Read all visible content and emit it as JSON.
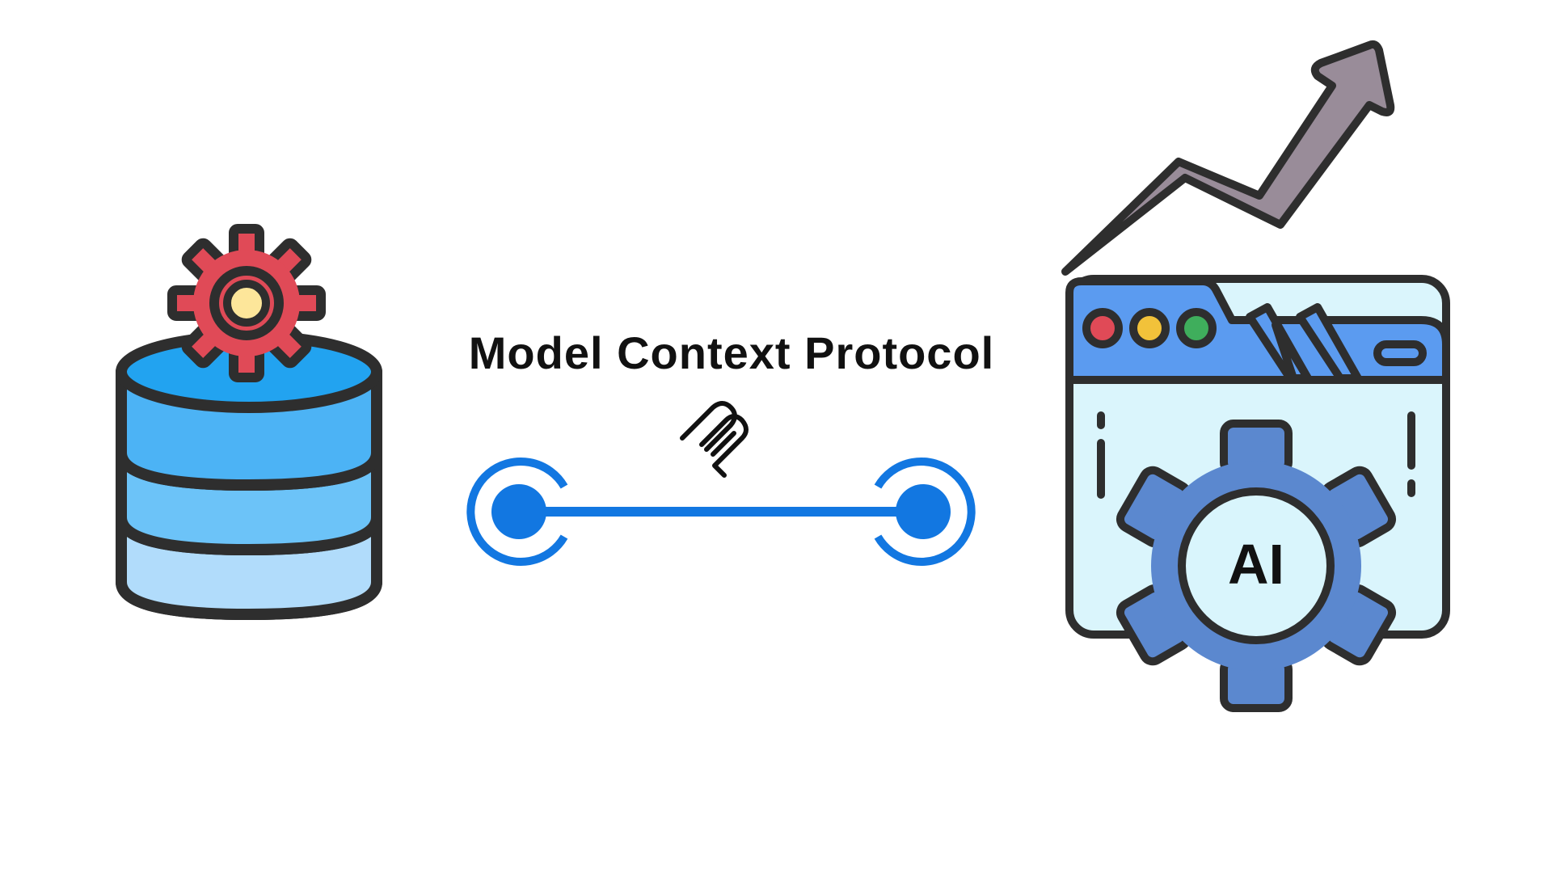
{
  "diagram": {
    "title": "Model Context Protocol",
    "ai_badge": "AI",
    "nodes": [
      {
        "id": "database",
        "icon": "database-gear-icon"
      },
      {
        "id": "mcp-link",
        "icon": "mcp-logo-icon"
      },
      {
        "id": "ai-app",
        "icon": "browser-ai-gear-icon"
      }
    ],
    "colors": {
      "stroke": "#2e2e2e",
      "db_top": "#22a3f0",
      "db_band1": "#4cb3f5",
      "db_band2": "#6cc3f8",
      "db_band3": "#b1dcfb",
      "gear_red": "#e04a57",
      "gear_center": "#fde69a",
      "link_blue": "#1277e1",
      "browser_bar": "#5b9bf0",
      "browser_body": "#daf5fc",
      "ai_gear": "#5b88cf",
      "ai_core": "#d9f5fc",
      "arrow_gray": "#998c99",
      "dot_red": "#e04a57",
      "dot_yellow": "#f2c23a",
      "dot_green": "#3fae5c"
    }
  }
}
